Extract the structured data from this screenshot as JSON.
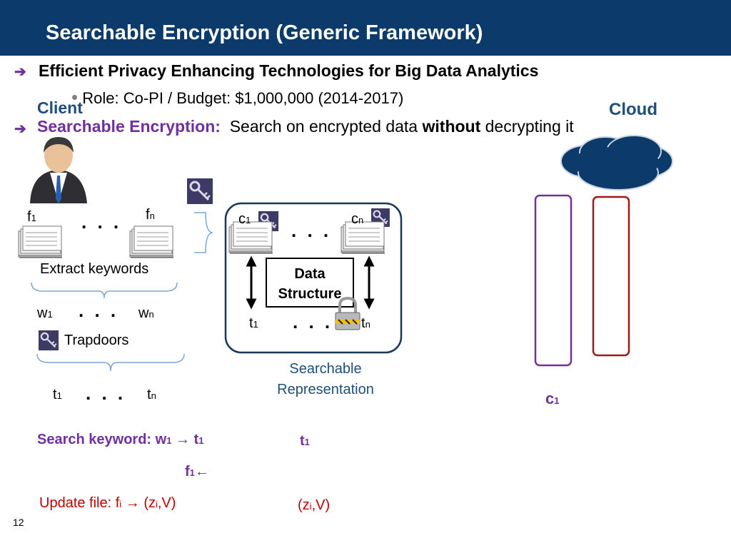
{
  "slide": {
    "title": "Searchable Encryption (Generic Framework)",
    "page_number": "12"
  },
  "bullets": {
    "first": "Efficient Privacy Enhancing Technologies for Big Data Analytics",
    "sub": "Role: Co-PI  /  Budget: $1,000,000 (2014-2017)",
    "second_label": "Searchable Encryption:",
    "second_text_a": "Search on encrypted data",
    "second_bold": "without",
    "second_text_b": "decrypting it"
  },
  "labels": {
    "client": "Client",
    "cloud": "Cloud",
    "f": "f",
    "c": "c",
    "w": "w",
    "t": "t",
    "sub_1": "1",
    "sub_n": "n",
    "sub_i": "i",
    "ellipsis": ". . .",
    "extract_keywords": "Extract keywords",
    "trapdoors": "Trapdoors",
    "data_structure_1": "Data",
    "data_structure_2": "Structure",
    "searchable_1": "Searchable",
    "searchable_2": "Representation"
  },
  "actions": {
    "search_prefix": "Search keyword: w",
    "search_arrow": "→",
    "search_t": "t",
    "t1_right_t": "t",
    "f1_back_f": "f",
    "f1_back_arrow": "←",
    "update_prefix": "Update file: f",
    "update_arrow": "→",
    "update_z": "(z",
    "update_tail": ",V)",
    "right_z": "(z",
    "right_tail": ",V)",
    "c1_c": "c"
  },
  "colors": {
    "title_bar": "#0b3a6b",
    "purple": "#7030a0",
    "red": "#c00000",
    "navy": "#1f4e79",
    "cloud": "#0b3a6b"
  },
  "icons": [
    "arrow-right-icon",
    "businessman-icon",
    "key-icon",
    "document-stack-icon",
    "padlock-icon",
    "cloud-icon"
  ]
}
